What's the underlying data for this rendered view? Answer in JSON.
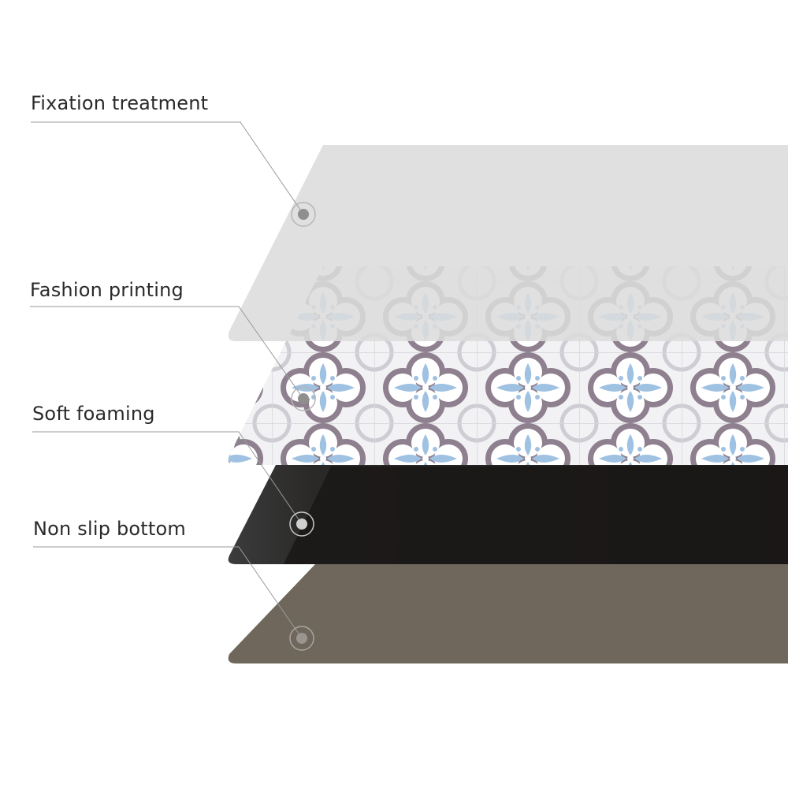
{
  "layers": [
    {
      "id": "fixation",
      "label": "Fixation treatment",
      "color": "#e0e0e0"
    },
    {
      "id": "printing",
      "label": "Fashion printing",
      "pattern": "floral-tile",
      "colors": {
        "base": "#f1f1f3",
        "lattice": "#cfd0d5",
        "rim": "#8e808f",
        "petal": "#9cc0e0",
        "center": "#ffffff"
      }
    },
    {
      "id": "foaming",
      "label": "Soft foaming",
      "color": "#1e1c1a"
    },
    {
      "id": "bottom",
      "label": "Non slip bottom",
      "color": "#6f675c"
    }
  ],
  "leader_color": "#999999"
}
